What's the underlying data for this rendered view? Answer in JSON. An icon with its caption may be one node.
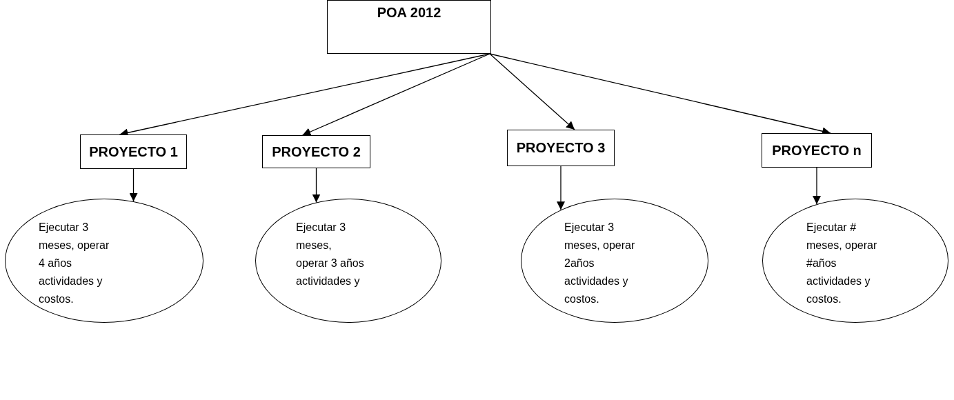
{
  "diagram": {
    "nodes": [
      {
        "text": [
          "POA 2012"
        ]
      },
      {
        "text": [
          "PROYECTO 1"
        ]
      },
      {
        "text": [
          "PROYECTO 2"
        ]
      },
      {
        "text": [
          "PROYECTO 3"
        ]
      },
      {
        "text": [
          "PROYECTO n"
        ]
      },
      {
        "text": [
          "Ejecutar 3 meses, operar 4 años actividades y costos."
        ]
      },
      {
        "text": [
          "Ejecutar 3 meses, operar 3 años actividades y"
        ]
      },
      {
        "text": [
          "Ejecutar 3 meses, operar 2años actividades y costos."
        ]
      },
      {
        "text": [
          "Ejecutar # meses, operar #años actividades y costos."
        ]
      }
    ],
    "edges": [
      {
        "from": 0,
        "to": 1,
        "arrow": "to"
      },
      {
        "from": 0,
        "to": 2,
        "arrow": "to"
      },
      {
        "from": 0,
        "to": 3,
        "arrow": "to"
      },
      {
        "from": 0,
        "to": 4,
        "arrow": "to"
      },
      {
        "from": 1,
        "to": 5,
        "arrow": "to"
      },
      {
        "from": 2,
        "to": 6,
        "arrow": "to"
      },
      {
        "from": 3,
        "to": 7,
        "arrow": "to"
      },
      {
        "from": 4,
        "to": 8,
        "arrow": "to"
      }
    ]
  }
}
